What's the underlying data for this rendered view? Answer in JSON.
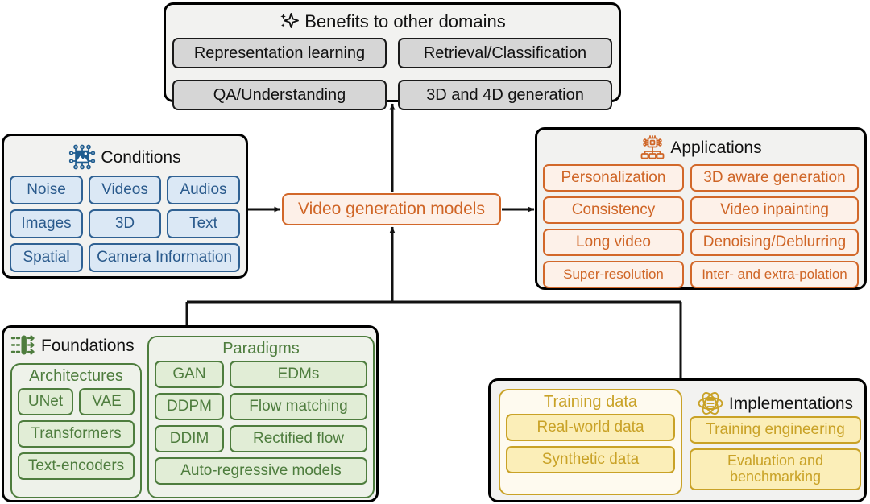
{
  "colors": {
    "grey_border": "#1a1a1a",
    "grey_fill": "#d6d6d6",
    "blue_border": "#2f6193",
    "blue_fill": "#dbe8f5",
    "orange": "#cf6526",
    "orange_fill": "#fdf1e9",
    "green": "#4e7d3e",
    "green_fill": "#e1edd6",
    "gold": "#c9a227",
    "gold_fill": "#fbeeb8",
    "group_fill": "#f2f2f0"
  },
  "benefits": {
    "title": "Benefits to other domains",
    "icon": "sparkle-icon",
    "items": [
      "Representation learning",
      "Retrieval/Classification",
      "QA/Understanding",
      "3D and 4D generation"
    ]
  },
  "conditions": {
    "title": "Conditions",
    "icon": "image-circuit-icon",
    "rows": [
      [
        "Noise",
        "Videos",
        "Audios"
      ],
      [
        "Images",
        "3D",
        "Text"
      ],
      [
        "Spatial",
        "Camera Information"
      ]
    ]
  },
  "center": {
    "label": "Video generation models"
  },
  "applications": {
    "title": "Applications",
    "icon": "chip-hierarchy-icon",
    "items": [
      "Personalization",
      "3D aware generation",
      "Consistency",
      "Video inpainting",
      "Long video",
      "Denoising/Deblurring",
      "Super-resolution",
      "Inter- and extra-polation"
    ]
  },
  "foundations": {
    "title": "Foundations",
    "icon": "pipeline-filter-icon",
    "architectures": {
      "title": "Architectures",
      "row1": [
        "UNet",
        "VAE"
      ],
      "items": [
        "Transformers",
        "Text-encoders"
      ]
    },
    "paradigms": {
      "title": "Paradigms",
      "rows": [
        [
          "GAN",
          "EDMs"
        ],
        [
          "DDPM",
          "Flow matching"
        ],
        [
          "DDIM",
          "Rectified flow"
        ]
      ],
      "full": "Auto-regressive models"
    }
  },
  "implementations": {
    "title": "Implementations",
    "icon": "atom-database-icon",
    "training_data": {
      "title": "Training data",
      "items": [
        "Real-world data",
        "Synthetic data"
      ]
    },
    "right_items": [
      "Training engineering",
      "Evaluation and benchmarking"
    ]
  }
}
